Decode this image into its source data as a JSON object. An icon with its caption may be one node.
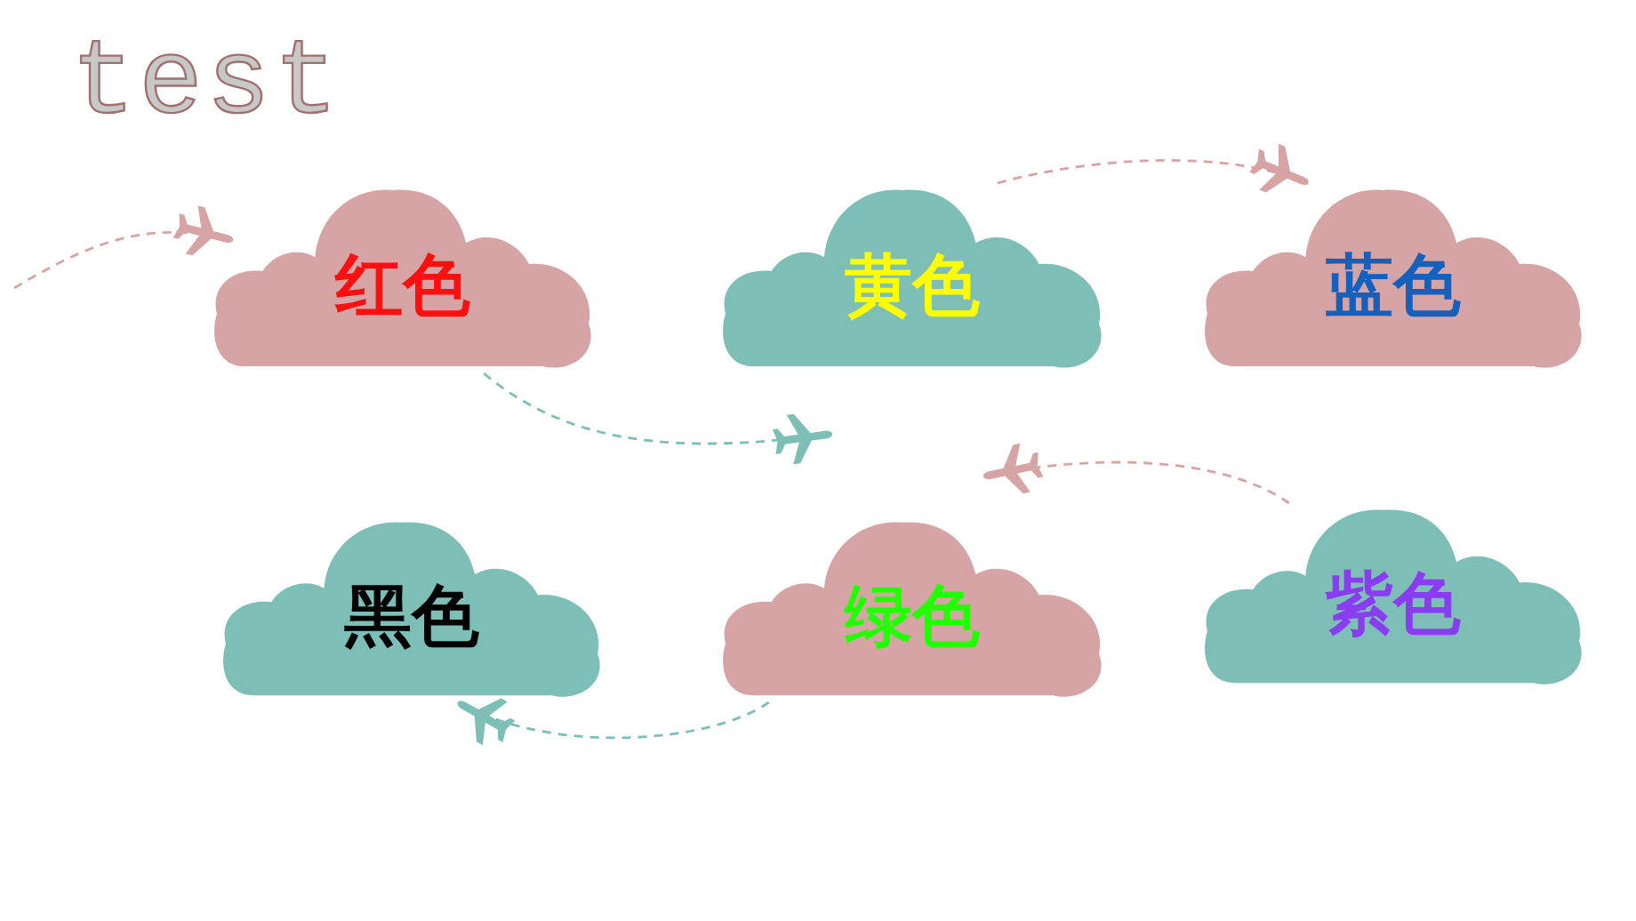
{
  "diagram": {
    "title": "test",
    "nodes": [
      {
        "text": [
          "红色"
        ]
      },
      {
        "text": [
          "黄色"
        ]
      },
      {
        "text": [
          "蓝色"
        ]
      },
      {
        "text": [
          "黑色"
        ]
      },
      {
        "text": [
          "绿色"
        ]
      },
      {
        "text": [
          "紫色"
        ]
      }
    ],
    "edges": [
      {
        "from": null,
        "to": 0,
        "arrow": "to",
        "style": "dashed"
      },
      {
        "from": 0,
        "to": null,
        "arrow": "to",
        "style": "dashed",
        "color": "#7dbfb6"
      },
      {
        "from": 1,
        "to": 2,
        "arrow": "to",
        "style": "dashed"
      },
      {
        "from": 5,
        "to": null,
        "arrow": "to",
        "style": "dashed"
      },
      {
        "from": 4,
        "to": 3,
        "arrow": "to",
        "style": "dashed",
        "color": "#7dbfb6"
      }
    ]
  }
}
